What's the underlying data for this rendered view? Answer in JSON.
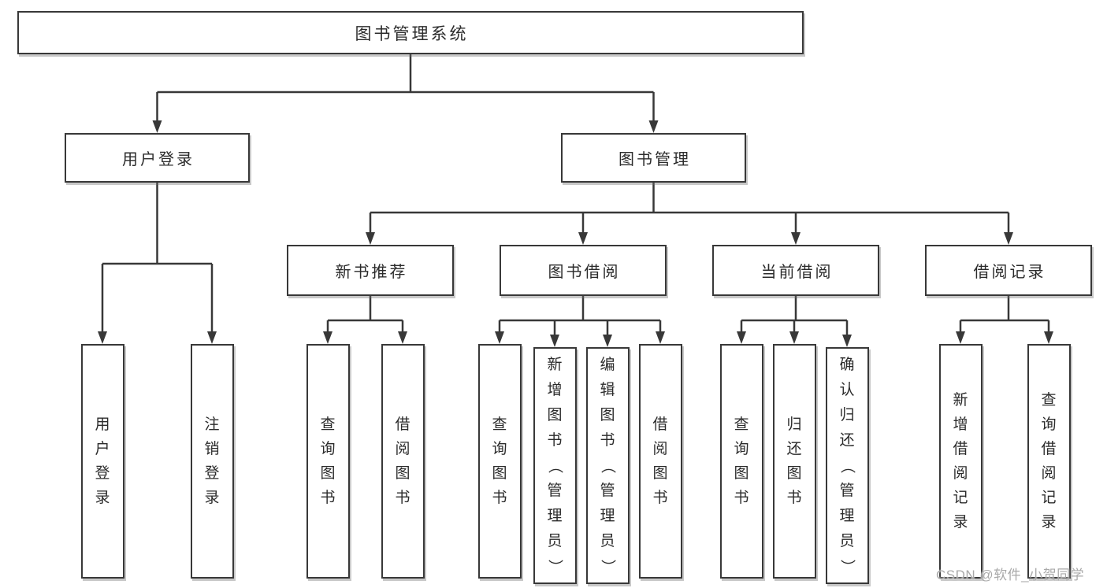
{
  "diagram": {
    "root": {
      "label": "图书管理系统"
    },
    "level2": [
      {
        "label": "用户登录"
      },
      {
        "label": "图书管理"
      }
    ],
    "level3": [
      {
        "label": "新书推荐"
      },
      {
        "label": "图书借阅"
      },
      {
        "label": "当前借阅"
      },
      {
        "label": "借阅记录"
      }
    ],
    "leaves": [
      {
        "label": "用户登录"
      },
      {
        "label": "注销登录"
      },
      {
        "label": "查询图书"
      },
      {
        "label": "借阅图书"
      },
      {
        "label": "查询图书"
      },
      {
        "label": "新增图书（管理员）"
      },
      {
        "label": "编辑图书（管理员）"
      },
      {
        "label": "借阅图书"
      },
      {
        "label": "查询图书"
      },
      {
        "label": "归还图书"
      },
      {
        "label": "确认归还（管理员）"
      },
      {
        "label": "新增借阅记录"
      },
      {
        "label": "查询借阅记录"
      }
    ],
    "watermark": "CSDN @软件_小贺同学",
    "colors": {
      "line": "#383838",
      "text": "#2b2b2b",
      "box_background": "#ffffff",
      "watermark": "#a9a9a9",
      "background": "#ffffff"
    }
  }
}
